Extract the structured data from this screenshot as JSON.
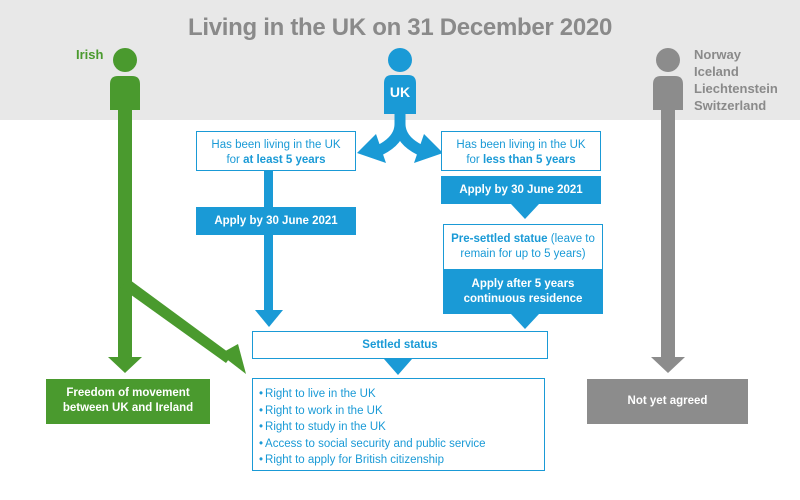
{
  "title": "Living in the UK on 31 December 2020",
  "groups": {
    "irish": "Irish",
    "uk": "UK",
    "eea_countries": [
      "Norway",
      "Iceland",
      "Liechtenstein",
      "Switzerland"
    ]
  },
  "boxes": {
    "five_plus": {
      "prefix": "Has been living in the UK",
      "for": "for ",
      "emph": "at least 5 years"
    },
    "five_minus": {
      "prefix": "Has been living in the UK",
      "for": "for ",
      "emph": "less than 5 years"
    },
    "apply_2021_left": "Apply by 30 June 2021",
    "apply_2021_right": "Apply by 30 June 2021",
    "presettled": {
      "emph": "Pre-settled statue",
      "rest": " (leave to remain for up to 5 years)"
    },
    "apply_after": "Apply after 5 years continuous residence",
    "settled": "Settled status",
    "rights": [
      "Right to live in the UK",
      "Right to work in the UK",
      "Right to study in the UK",
      "Access to social security and public service",
      "Right to apply for British citizenship"
    ],
    "freedom": "Freedom of movement between UK and Ireland",
    "not_agreed": "Not yet agreed"
  },
  "colors": {
    "irish": "#4a9a2e",
    "uk": "#1a9ad6",
    "eea": "#8c8c8c",
    "band": "#e8e8e8"
  }
}
